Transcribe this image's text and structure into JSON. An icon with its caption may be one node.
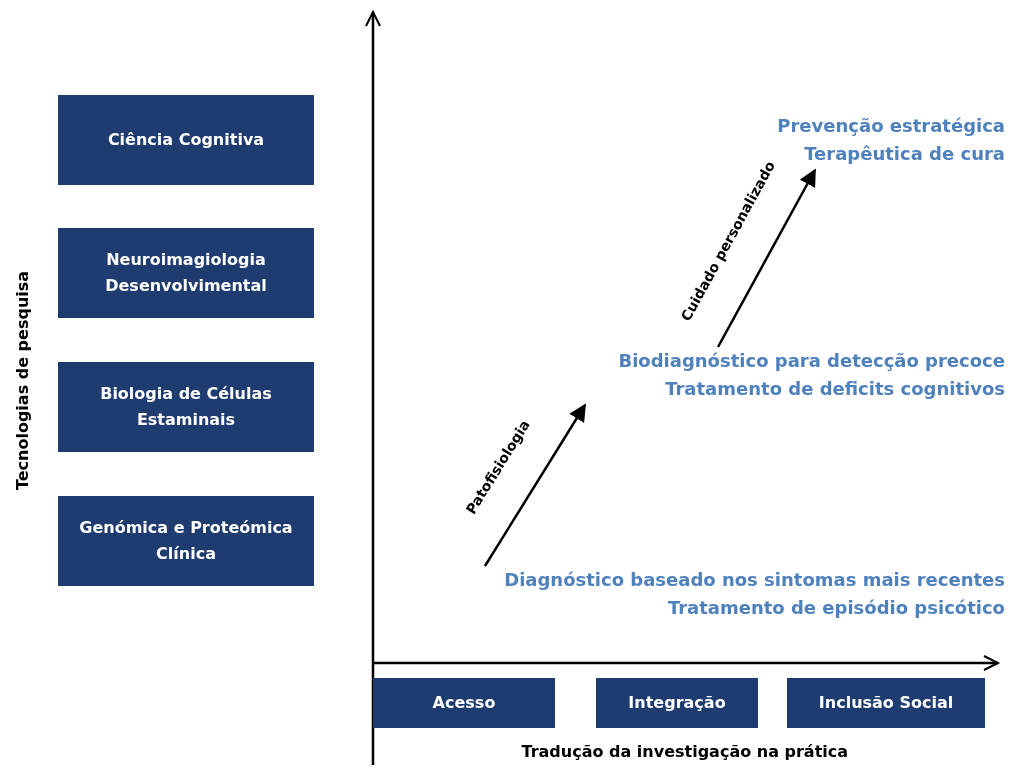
{
  "diagram": {
    "nodes": [
      {
        "text": [
          "Ciência Cognitiva"
        ]
      },
      {
        "text": [
          "Neuroimagiologia Desenvolvimental"
        ]
      },
      {
        "text": [
          "Biologia de Células Estaminais"
        ]
      },
      {
        "text": [
          "Genómica e Proteómica Clínica"
        ]
      },
      {
        "text": [
          "Prevenção estratégica",
          "Terapêutica de cura"
        ]
      },
      {
        "text": [
          "Biodiagnóstico para detecção precoce",
          "Tratamento de deficits cognitivos"
        ]
      },
      {
        "text": [
          "Diagnóstico baseado nos sintomas mais recentes",
          "Tratamento de episódio psicótico"
        ]
      },
      {
        "text": [
          "Acesso"
        ]
      },
      {
        "text": [
          "Integração"
        ]
      },
      {
        "text": [
          "Inclusão Social"
        ]
      }
    ],
    "edges": [
      {
        "from": 6,
        "to": 5,
        "arrow": "to",
        "label": "Patofisiologia"
      },
      {
        "from": 5,
        "to": 4,
        "arrow": "to",
        "label": "Cuidado personalizado"
      }
    ],
    "labels": [
      "Tecnologias de pesquisa",
      "Tradução da investigação na prática"
    ]
  }
}
